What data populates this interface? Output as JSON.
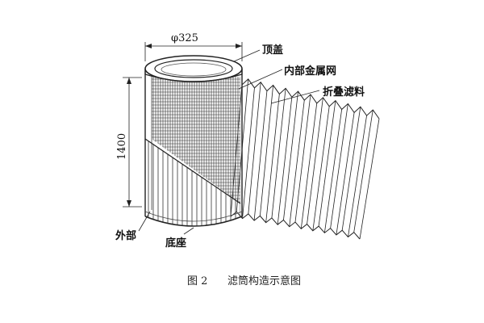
{
  "labels": {
    "top_cover": "顶盖",
    "inner_mesh": "内部金属网",
    "pleated_media": "折叠滤料",
    "outer": "外部",
    "base": "底座"
  },
  "dimensions": {
    "diameter": "φ325",
    "height": "1400"
  },
  "caption": {
    "number": "图 2",
    "text": "滤筒构造示意图"
  }
}
